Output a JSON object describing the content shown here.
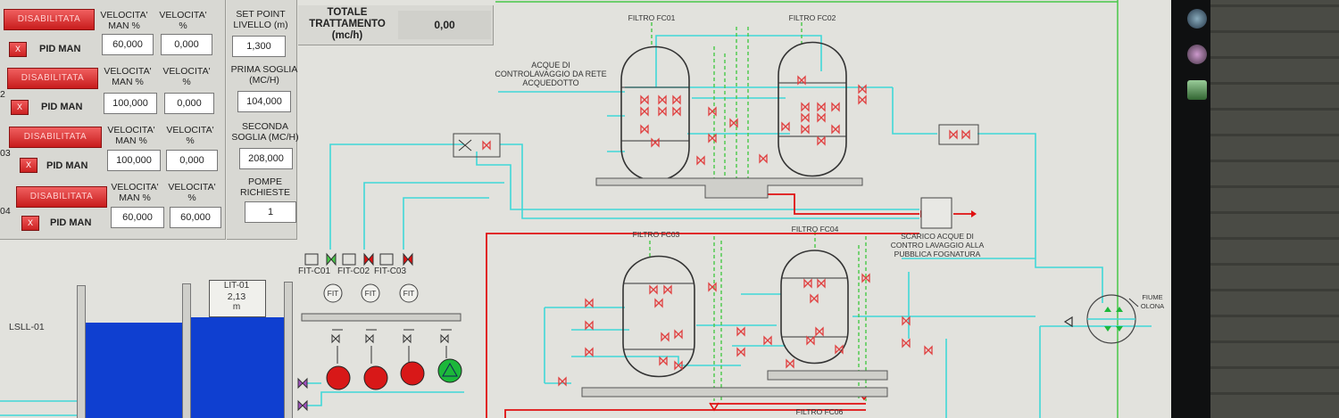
{
  "pump_controls": [
    {
      "status_label": "DISABILITATA",
      "pid_label": "PID MAN",
      "pid_button_mark": "X",
      "num_prefix": "",
      "speed_man_header": "VELOCITA' MAN %",
      "speed_header": "VELOCITA' %",
      "speed_man_value": "60,000",
      "speed_value": "0,000"
    },
    {
      "status_label": "DISABILITATA",
      "pid_label": "PID MAN",
      "pid_button_mark": "X",
      "num_prefix": "2",
      "speed_man_header": "VELOCITA' MAN %",
      "speed_header": "VELOCITA' %",
      "speed_man_value": "100,000",
      "speed_value": "0,000"
    },
    {
      "status_label": "DISABILITATA",
      "pid_label": "PID MAN",
      "pid_button_mark": "X",
      "num_prefix": "03",
      "speed_man_header": "VELOCITA' MAN %",
      "speed_header": "VELOCITA' %",
      "speed_man_value": "100,000",
      "speed_value": "0,000"
    },
    {
      "status_label": "DISABILITATA",
      "pid_label": "PID MAN",
      "pid_button_mark": "X",
      "num_prefix": "04",
      "speed_man_header": "VELOCITA' MAN %",
      "speed_header": "VELOCITA' %",
      "speed_man_value": "60,000",
      "speed_value": "60,000"
    }
  ],
  "setpoints": [
    {
      "label": "SET POINT LIVELLO (m)",
      "value": "1,300"
    },
    {
      "label": "PRIMA SOGLIA (MC/H)",
      "value": "104,000"
    },
    {
      "label": "SECONDA SOGLIA (MC/H)",
      "value": "208,000"
    },
    {
      "label": "POMPE RICHIESTE",
      "value": "1"
    }
  ],
  "total_treatment": {
    "label": "TOTALE TRATTAMENTO (mc/h)",
    "value": "0,00"
  },
  "filters": {
    "fc01": "FILTRO FC01",
    "fc02": "FILTRO FC02",
    "fc03": "FILTRO FC03",
    "fc04": "FILTRO FC04",
    "fc06": "FILTRO FC06"
  },
  "annotations": {
    "backwash_water": "ACQUE DI CONTROLAVAGGIO DA RETE ACQUEDOTTO",
    "backwash_discharge": "SCARICO ACQUE DI CONTRO LAVAGGIO ALLA PUBBLICA FOGNATURA",
    "river": "FIUME OLONA"
  },
  "flow_meters": {
    "labels": [
      "FIT-C01",
      "FIT-C02",
      "FIT-C03"
    ],
    "symbol": "FIT"
  },
  "level": {
    "tag": "LIT-01",
    "value": "2,13",
    "unit": "m",
    "switch_tag": "LSLL-01"
  },
  "pumps": [
    {
      "state": "stopped",
      "color": "#d81818"
    },
    {
      "state": "stopped",
      "color": "#d81818"
    },
    {
      "state": "stopped",
      "color": "#d81818"
    },
    {
      "state": "running",
      "color": "#1cb83a"
    }
  ],
  "colors": {
    "water_line": "#40d8d8",
    "red_line": "#e01010",
    "green_line": "#48c848",
    "tank_water": "#0f3fd0",
    "alarm_button": "#d82020"
  }
}
